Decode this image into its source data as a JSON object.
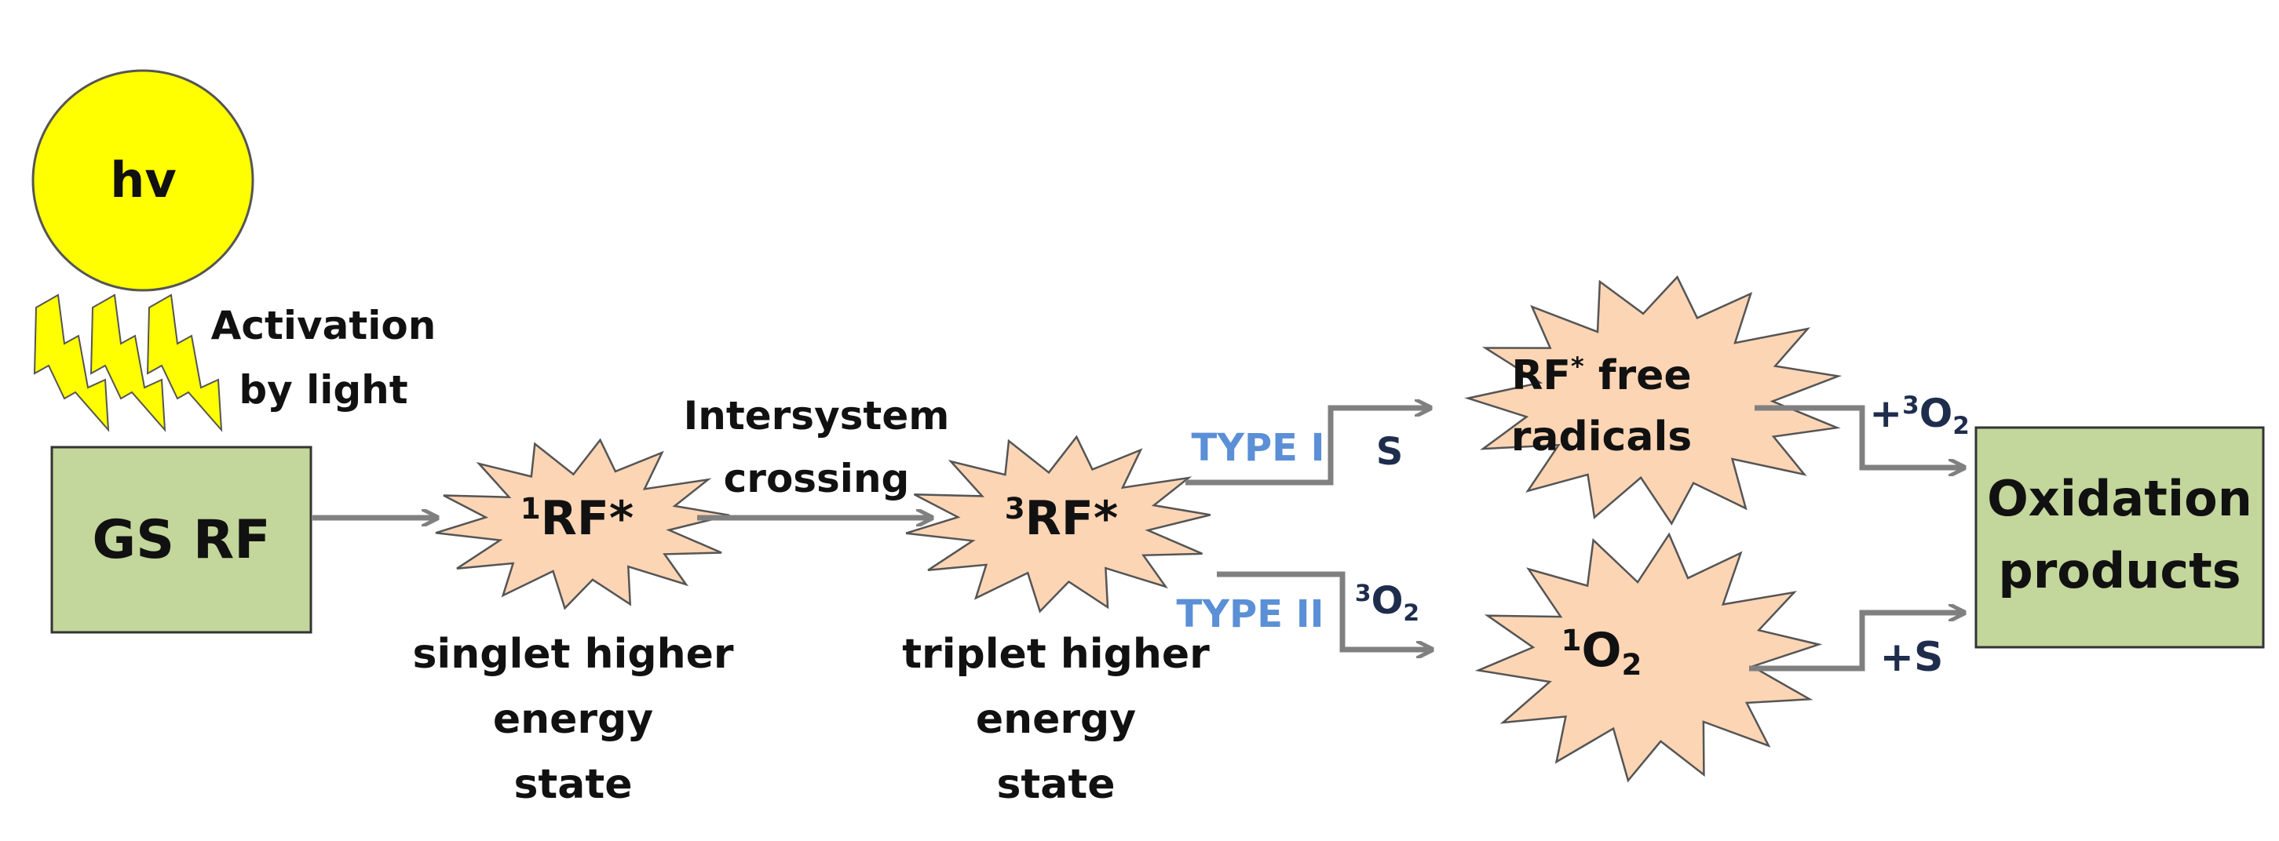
{
  "colors": {
    "sun_fill": "#ffff00",
    "bolt_fill": "#ffff00",
    "box_fill": "#c3d69b",
    "burst_fill": "#fcd5b5",
    "arrow": "#808080",
    "type_label": "#5b8fd6",
    "reagent_label": "#1f2d4d"
  },
  "icons": {
    "light_bolts": "lightning-bolt-icon",
    "sun": "sun-circle"
  },
  "nodes": {
    "light": {
      "text": "hv"
    },
    "ground_state": {
      "text": "GS RF"
    },
    "singlet": {
      "sup": "1",
      "main": "RF*"
    },
    "triplet": {
      "sup": "3",
      "main": "RF*"
    },
    "radicals": {
      "line1_main": "RF",
      "line1_sup": "*",
      "line1_rest": " free",
      "line2": "radicals"
    },
    "singlet_oxygen": {
      "sup": "1",
      "main": "O",
      "sub": "2"
    },
    "products": {
      "line1": "Oxidation",
      "line2": "products"
    }
  },
  "labels": {
    "activation": {
      "line1": "Activation",
      "line2": "by light"
    },
    "intersystem": {
      "line1": "Intersystem",
      "line2": "crossing"
    },
    "singlet_caption": {
      "line1": "singlet higher",
      "line2": "energy",
      "line3": "state"
    },
    "triplet_caption": {
      "line1": "triplet higher",
      "line2": "energy",
      "line3": "state"
    },
    "type1": "TYPE I",
    "type2": "TYPE II",
    "s_reagent": "S",
    "o2_reagent": {
      "sup": "3",
      "main": "O",
      "sub": "2"
    },
    "plus_o2": {
      "pre": "+",
      "sup": "3",
      "main": "O",
      "sub": "2"
    },
    "plus_s": "+S"
  }
}
